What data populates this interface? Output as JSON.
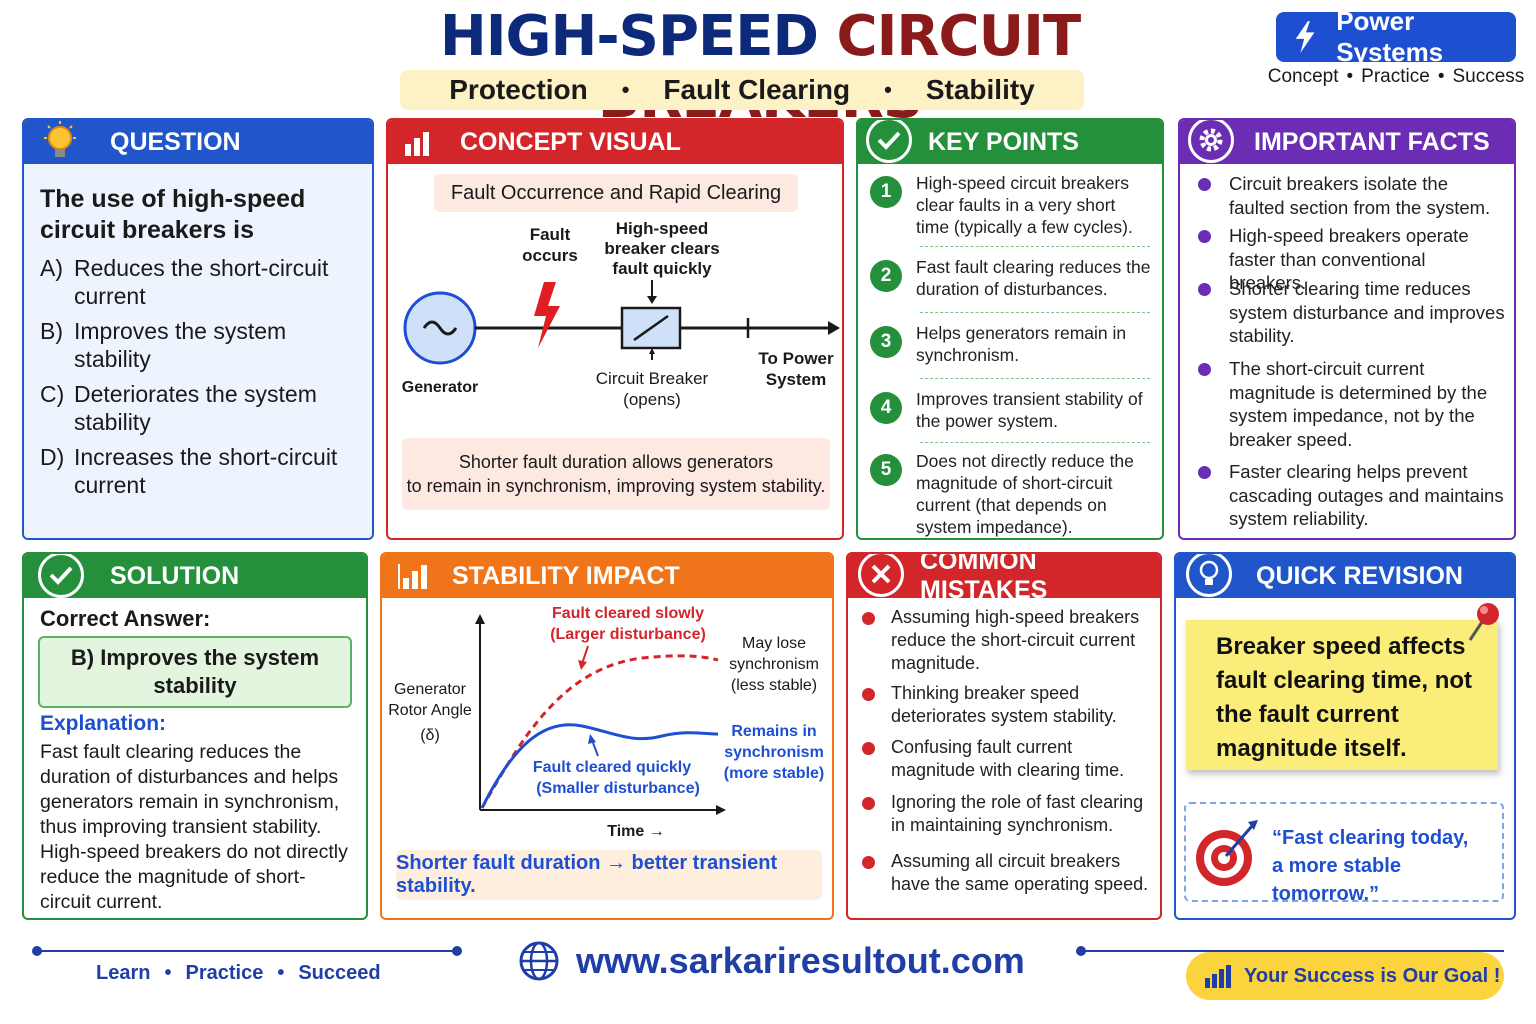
{
  "header": {
    "title_part1": "HIGH-SPEED",
    "title_part2": "CIRCUIT BREAKERS",
    "subtitle": [
      "Protection",
      "Fault Clearing",
      "Stability"
    ],
    "badge_label": "Power Systems",
    "tagline": [
      "Concept",
      "Practice",
      "Success"
    ]
  },
  "question": {
    "heading": "QUESTION",
    "text": "The use of high-speed circuit breakers is",
    "options": [
      {
        "letter": "A)",
        "text": "Reduces the short-circuit current"
      },
      {
        "letter": "B)",
        "text": "Improves the system stability"
      },
      {
        "letter": "C)",
        "text": "Deteriorates the system stability"
      },
      {
        "letter": "D)",
        "text": "Increases the short-circuit current"
      }
    ]
  },
  "concept": {
    "heading": "CONCEPT VISUAL",
    "subheading": "Fault Occurrence and Rapid Clearing",
    "labels": {
      "generator": "Generator",
      "fault_1": "Fault",
      "fault_2": "occurs",
      "breaker_note_1": "High-speed",
      "breaker_note_2": "breaker clears",
      "breaker_note_3": "fault quickly",
      "breaker_1": "Circuit Breaker",
      "breaker_2": "(opens)",
      "system_1": "To Power",
      "system_2": "System"
    },
    "note_line1": "Shorter fault duration allows generators",
    "note_line2": "to remain in synchronism, improving system stability."
  },
  "key_points": {
    "heading": "KEY POINTS",
    "items": [
      {
        "num": "1",
        "text": "High-speed circuit breakers clear faults in a very short time (typically a few cycles)."
      },
      {
        "num": "2",
        "text": "Fast fault clearing reduces the duration of disturbances."
      },
      {
        "num": "3",
        "text": "Helps generators remain in synchronism."
      },
      {
        "num": "4",
        "text": "Improves transient stability of the power system."
      },
      {
        "num": "5",
        "text": "Does not directly reduce the magnitude of short-circuit current (that depends on system impedance)."
      }
    ]
  },
  "important_facts": {
    "heading": "IMPORTANT FACTS",
    "items": [
      "Circuit breakers isolate the faulted section from the system.",
      "High-speed breakers operate faster than conventional breakers.",
      "Shorter clearing time reduces system disturbance and improves stability.",
      "The short-circuit current magnitude is determined by the system impedance, not by the breaker speed.",
      "Faster clearing helps prevent cascading outages and maintains system reliability."
    ]
  },
  "solution": {
    "heading": "SOLUTION",
    "correct_label": "Correct Answer:",
    "answer_line1": "B) Improves the system",
    "answer_line2": "stability",
    "explanation_label": "Explanation:",
    "explanation": "Fast fault clearing reduces the duration of disturbances and helps generators remain in synchronism, thus improving transient stability. High-speed breakers do not directly reduce the magnitude of short-circuit current."
  },
  "stability": {
    "heading": "STABILITY IMPACT",
    "y_label": [
      "Generator",
      "Rotor Angle",
      "(δ)"
    ],
    "x_label": "Time →",
    "slow_label": [
      "Fault cleared slowly",
      "(Larger disturbance)"
    ],
    "slow_result": [
      "May lose",
      "synchronism",
      "(less stable)"
    ],
    "fast_label": [
      "Fault cleared quickly",
      "(Smaller disturbance)"
    ],
    "fast_result": [
      "Remains in",
      "synchronism",
      "(more stable)"
    ],
    "note": "Shorter fault duration → better transient stability.",
    "colors": {
      "slow": "#d3262a",
      "fast": "#1f4fd1"
    }
  },
  "mistakes": {
    "heading": "COMMON MISTAKES",
    "items": [
      "Assuming high-speed breakers reduce the short-circuit current magnitude.",
      "Thinking breaker speed deteriorates system stability.",
      "Confusing fault current magnitude with clearing time.",
      "Ignoring the role of fast clearing in maintaining synchronism.",
      "Assuming all circuit breakers have the same operating speed."
    ]
  },
  "revision": {
    "heading": "QUICK REVISION",
    "note": "Breaker speed affects fault clearing time, not the fault current magnitude itself.",
    "quote_line1": "“Fast clearing today,",
    "quote_line2": "a more stable tomorrow.”"
  },
  "footer": {
    "left": [
      "Learn",
      "Practice",
      "Succeed"
    ],
    "website": "www.sarkariresultout.com",
    "goal": "Your Success is Our Goal !"
  },
  "colors": {
    "blue": "#2056c9",
    "red": "#d3262a",
    "green": "#24903b",
    "purple": "#6b2db3",
    "orange": "#f0741a",
    "navy": "#0d2a7a",
    "maroon": "#8b1a1a"
  }
}
